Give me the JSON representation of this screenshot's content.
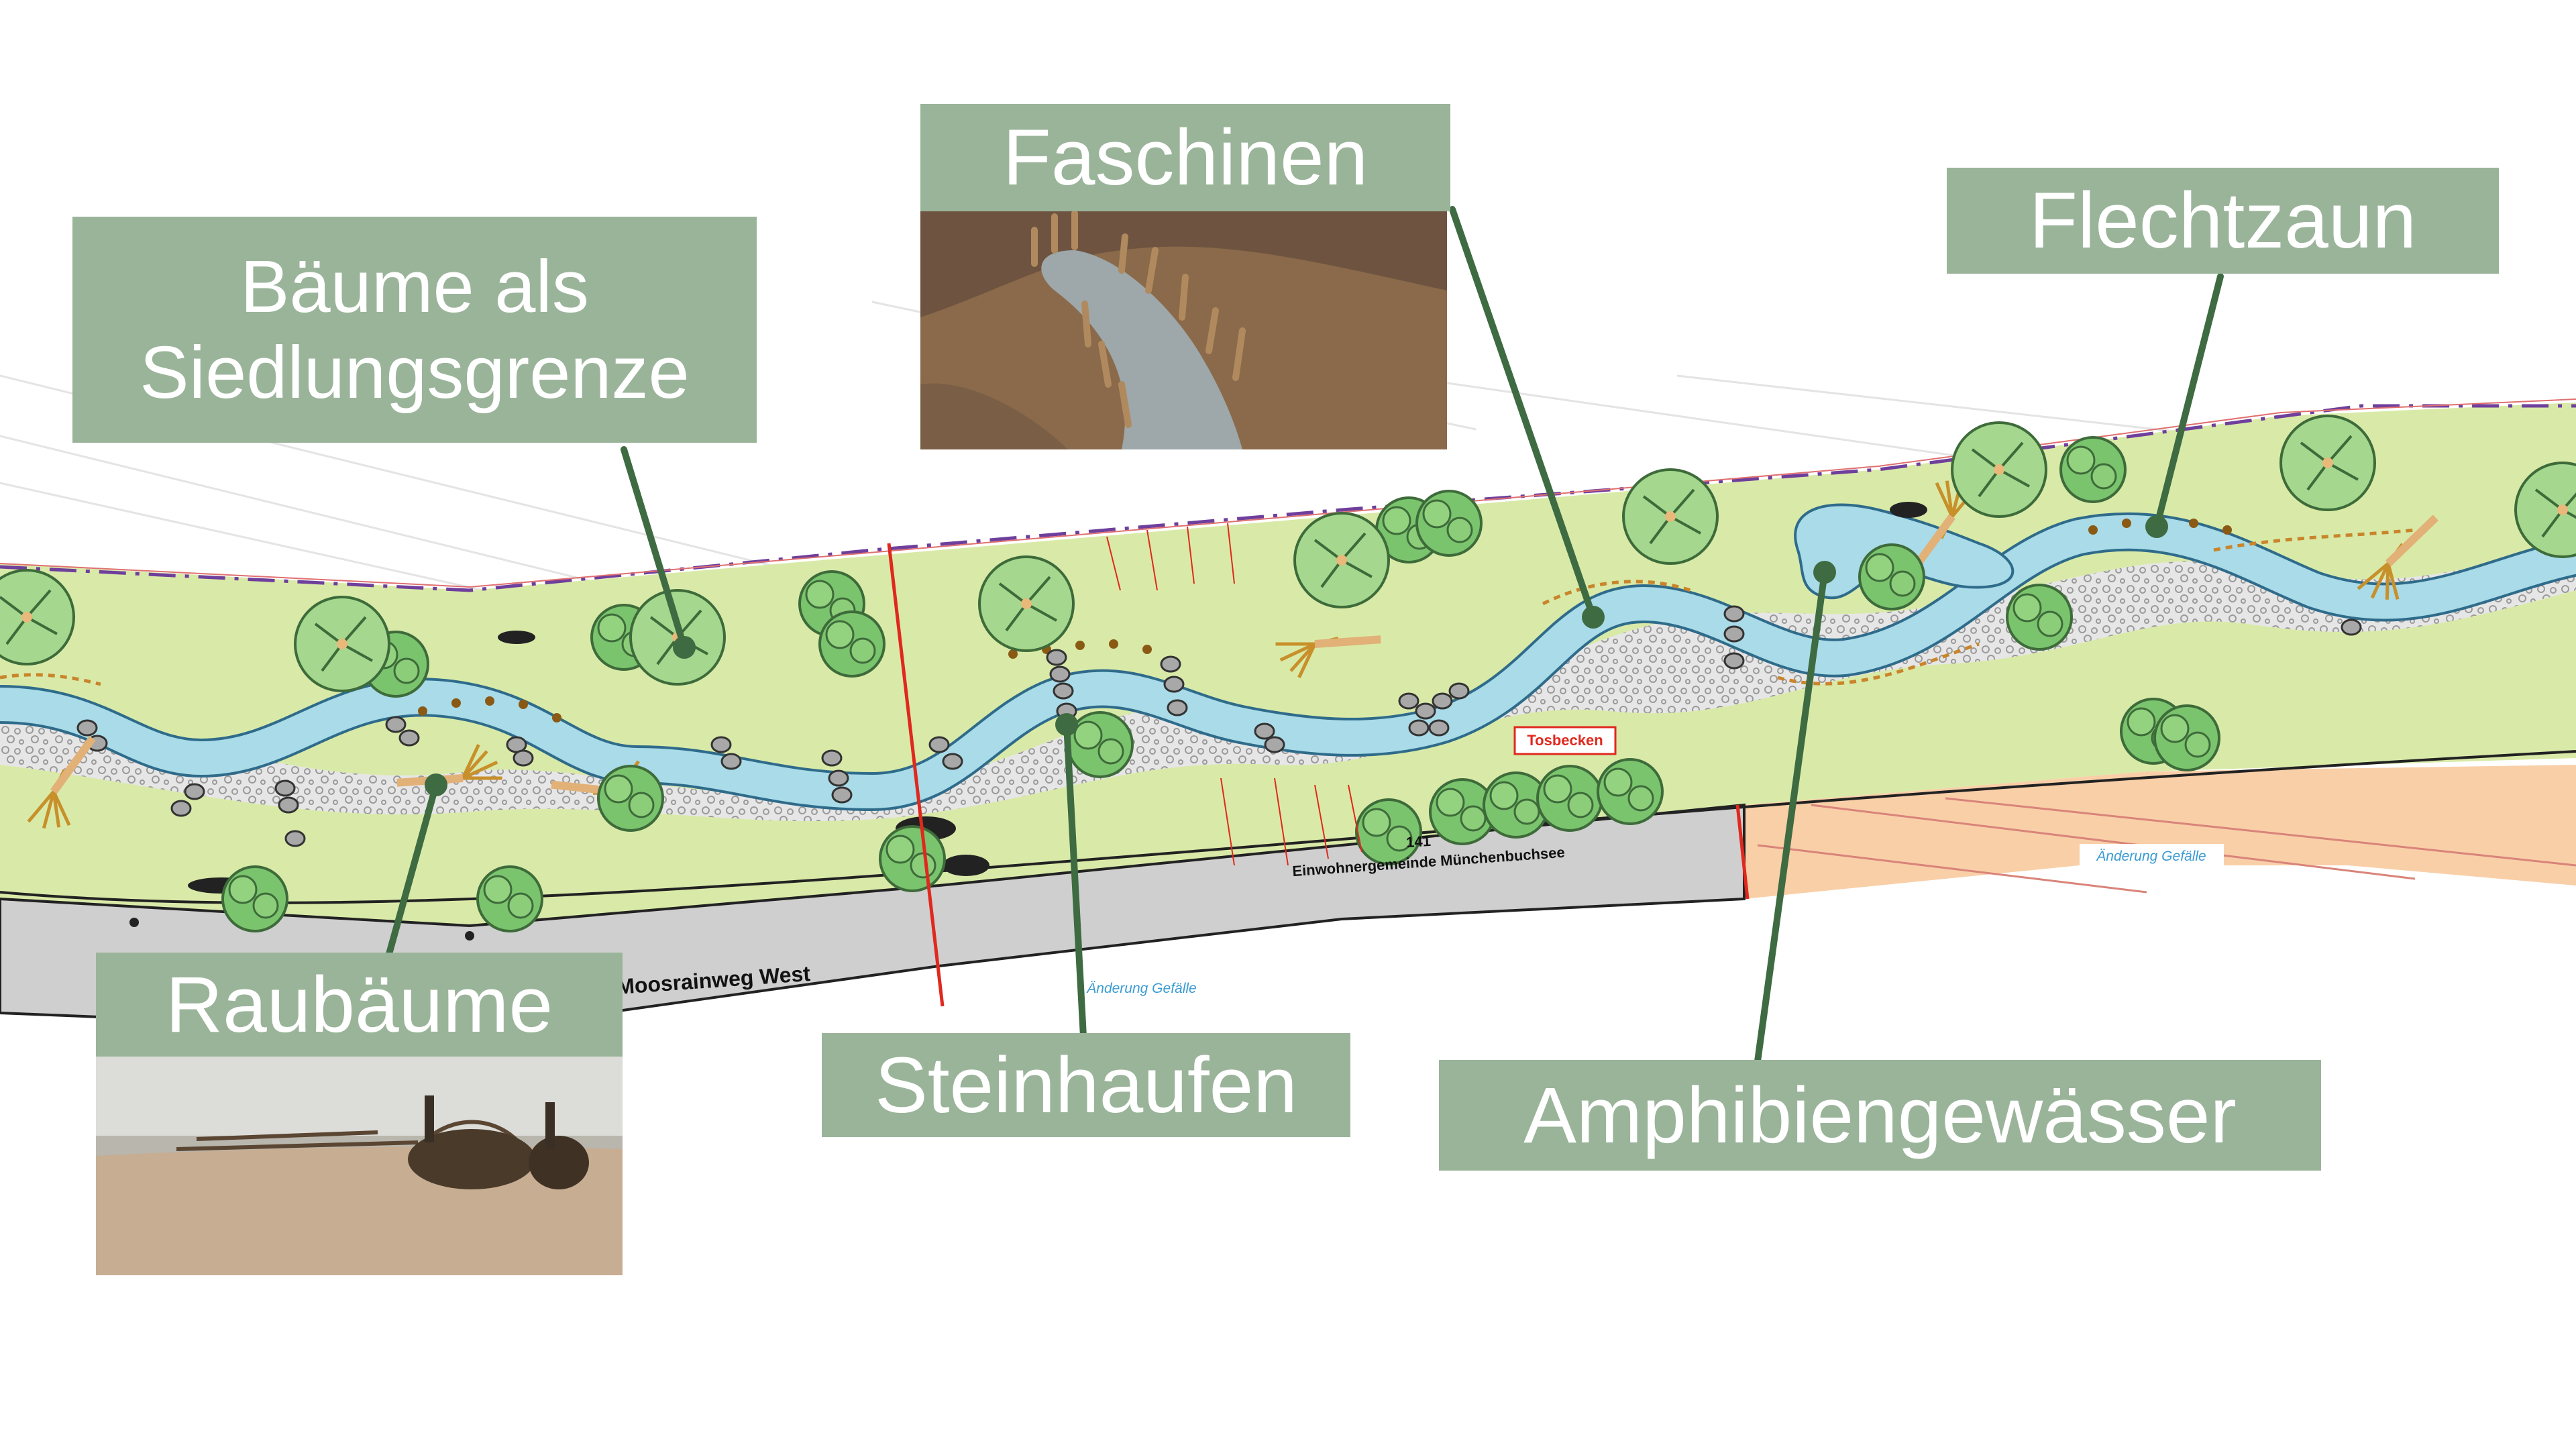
{
  "callouts": {
    "baeume": {
      "line1": "Bäume als",
      "line2": "Siedlungsgrenze"
    },
    "faschinen": "Faschinen",
    "flechtzaun": "Flechtzaun",
    "raubaeume": "Raubäume",
    "steinhaufen": "Steinhaufen",
    "amphibien": "Amphibiengewässer"
  },
  "plan_labels": {
    "street": "Moosrainweg West",
    "parcel_number": "141",
    "parcel_owner": "Einwohnergemeinde Münchenbuchsee",
    "tosbecken": "Tosbecken",
    "gefaelle_1": "Änderung Gefälle",
    "gefaelle_2": "Änderung Gefälle"
  },
  "colors": {
    "callout_bg": "#9ab49a",
    "leader": "#3e6b41",
    "meadow": "#d9eaa8",
    "water": "#a9dbe8",
    "gravel": "#e4e4e4",
    "road": "#cfcfcf",
    "orange_area": "#f9cfa8",
    "property_line": "#6f3f9c",
    "red_marker": "#e0281e"
  },
  "photos": {
    "faschinen": "fascine-photo",
    "raubaeume": "root-wad-photo"
  }
}
